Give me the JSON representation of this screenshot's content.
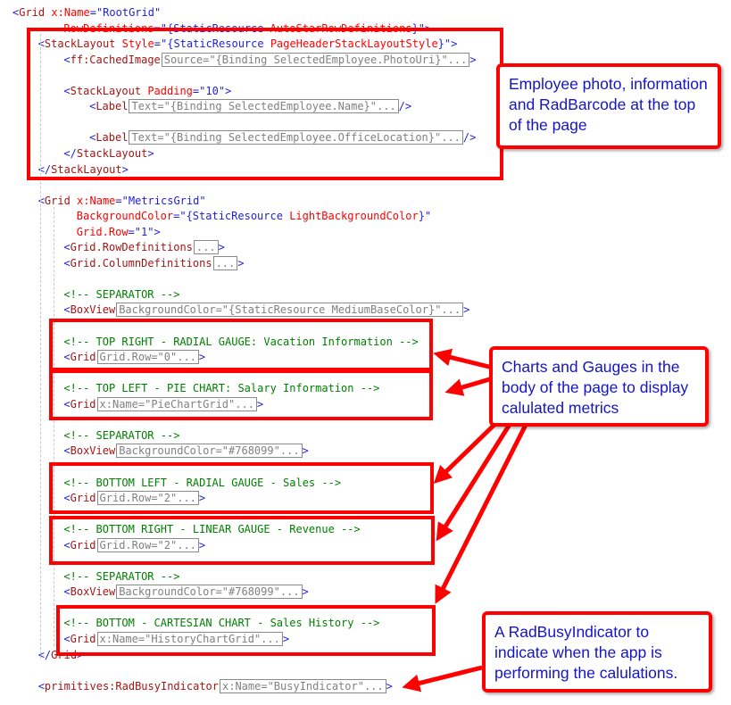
{
  "editor": {
    "lines": [
      {
        "indent": 0,
        "segs": [
          [
            "p",
            "<"
          ],
          [
            "e",
            "Grid"
          ],
          [
            "a",
            " x:Name"
          ],
          [
            "p",
            "="
          ],
          [
            "v",
            "\"RootGrid\""
          ]
        ]
      },
      {
        "indent": 2,
        "segs": [
          [
            "a",
            "RowDefinitions"
          ],
          [
            "p",
            "="
          ],
          [
            "v",
            "\"{StaticResource "
          ],
          [
            "a",
            "AutoStarRowDefinitions"
          ],
          [
            "v",
            "}\""
          ],
          [
            "p",
            ">"
          ]
        ]
      },
      {
        "indent": 1,
        "segs": [
          [
            "p",
            "<"
          ],
          [
            "e",
            "StackLayout"
          ],
          [
            "a",
            " Style"
          ],
          [
            "p",
            "="
          ],
          [
            "v",
            "\"{StaticResource "
          ],
          [
            "a",
            "PageHeaderStackLayoutStyle"
          ],
          [
            "v",
            "}\""
          ],
          [
            "p",
            ">"
          ]
        ]
      },
      {
        "indent": 2,
        "segs": [
          [
            "p",
            "<"
          ],
          [
            "e",
            "ff:CachedImage"
          ],
          [
            "f",
            "Source=\"{Binding SelectedEmployee.PhotoUri}\"..."
          ],
          [
            "p",
            ">"
          ]
        ]
      },
      {
        "indent": 0,
        "segs": []
      },
      {
        "indent": 2,
        "segs": [
          [
            "p",
            "<"
          ],
          [
            "e",
            "StackLayout"
          ],
          [
            "a",
            " Padding"
          ],
          [
            "p",
            "="
          ],
          [
            "v",
            "\"10\""
          ],
          [
            "p",
            ">"
          ]
        ]
      },
      {
        "indent": 3,
        "segs": [
          [
            "p",
            "<"
          ],
          [
            "e",
            "Label"
          ],
          [
            "f",
            "Text=\"{Binding SelectedEmployee.Name}\"..."
          ],
          [
            "p",
            "/>"
          ]
        ]
      },
      {
        "indent": 0,
        "segs": []
      },
      {
        "indent": 3,
        "segs": [
          [
            "p",
            "<"
          ],
          [
            "e",
            "Label"
          ],
          [
            "f",
            "Text=\"{Binding SelectedEmployee.OfficeLocation}\"..."
          ],
          [
            "p",
            "/>"
          ]
        ]
      },
      {
        "indent": 2,
        "segs": [
          [
            "p",
            "</"
          ],
          [
            "e",
            "StackLayout"
          ],
          [
            "p",
            ">"
          ]
        ]
      },
      {
        "indent": 1,
        "segs": [
          [
            "p",
            "</"
          ],
          [
            "e",
            "StackLayout"
          ],
          [
            "p",
            ">"
          ]
        ]
      },
      {
        "indent": 0,
        "segs": []
      },
      {
        "indent": 1,
        "segs": [
          [
            "p",
            "<"
          ],
          [
            "e",
            "Grid"
          ],
          [
            "a",
            " x:Name"
          ],
          [
            "p",
            "="
          ],
          [
            "v",
            "\"MetricsGrid\""
          ]
        ]
      },
      {
        "indent": 2.5,
        "segs": [
          [
            "a",
            "BackgroundColor"
          ],
          [
            "p",
            "="
          ],
          [
            "v",
            "\"{StaticResource "
          ],
          [
            "a",
            "LightBackgroundColor"
          ],
          [
            "v",
            "}\""
          ]
        ]
      },
      {
        "indent": 2.5,
        "segs": [
          [
            "a",
            "Grid.Row"
          ],
          [
            "p",
            "="
          ],
          [
            "v",
            "\"1\""
          ],
          [
            "p",
            ">"
          ]
        ]
      },
      {
        "indent": 2,
        "segs": [
          [
            "p",
            "<"
          ],
          [
            "e",
            "Grid.RowDefinitions"
          ],
          [
            "f",
            "..."
          ],
          [
            "p",
            ">"
          ]
        ]
      },
      {
        "indent": 2,
        "segs": [
          [
            "p",
            "<"
          ],
          [
            "e",
            "Grid.ColumnDefinitions"
          ],
          [
            "f",
            "..."
          ],
          [
            "p",
            ">"
          ]
        ]
      },
      {
        "indent": 0,
        "segs": []
      },
      {
        "indent": 2,
        "segs": [
          [
            "c",
            "<!-- SEPARATOR -->"
          ]
        ]
      },
      {
        "indent": 2,
        "segs": [
          [
            "p",
            "<"
          ],
          [
            "e",
            "BoxView"
          ],
          [
            "f",
            "BackgroundColor=\"{StaticResource MediumBaseColor}\"..."
          ],
          [
            "p",
            ">"
          ]
        ]
      },
      {
        "indent": 0,
        "segs": []
      },
      {
        "indent": 2,
        "segs": [
          [
            "c",
            "<!-- TOP RIGHT - RADIAL GAUGE: Vacation Information -->"
          ]
        ]
      },
      {
        "indent": 2,
        "segs": [
          [
            "p",
            "<"
          ],
          [
            "e",
            "Grid"
          ],
          [
            "f",
            "Grid.Row=\"0\"..."
          ],
          [
            "p",
            ">"
          ]
        ]
      },
      {
        "indent": 0,
        "segs": []
      },
      {
        "indent": 2,
        "segs": [
          [
            "c",
            "<!-- TOP LEFT - PIE CHART: Salary Information -->"
          ]
        ]
      },
      {
        "indent": 2,
        "segs": [
          [
            "p",
            "<"
          ],
          [
            "e",
            "Grid"
          ],
          [
            "f",
            "x:Name=\"PieChartGrid\"..."
          ],
          [
            "p",
            ">"
          ]
        ]
      },
      {
        "indent": 0,
        "segs": []
      },
      {
        "indent": 2,
        "segs": [
          [
            "c",
            "<!-- SEPARATOR -->"
          ]
        ]
      },
      {
        "indent": 2,
        "segs": [
          [
            "p",
            "<"
          ],
          [
            "e",
            "BoxView"
          ],
          [
            "f",
            "BackgroundColor=\"#768099\"..."
          ],
          [
            "p",
            ">"
          ]
        ]
      },
      {
        "indent": 0,
        "segs": []
      },
      {
        "indent": 2,
        "segs": [
          [
            "c",
            "<!-- BOTTOM LEFT - RADIAL GAUGE - Sales -->"
          ]
        ]
      },
      {
        "indent": 2,
        "segs": [
          [
            "p",
            "<"
          ],
          [
            "e",
            "Grid"
          ],
          [
            "f",
            "Grid.Row=\"2\"..."
          ],
          [
            "p",
            ">"
          ]
        ]
      },
      {
        "indent": 0,
        "segs": []
      },
      {
        "indent": 2,
        "segs": [
          [
            "c",
            "<!-- BOTTOM RIGHT - LINEAR GAUGE - Revenue -->"
          ]
        ]
      },
      {
        "indent": 2,
        "segs": [
          [
            "p",
            "<"
          ],
          [
            "e",
            "Grid"
          ],
          [
            "f",
            "Grid.Row=\"2\"..."
          ],
          [
            "p",
            ">"
          ]
        ]
      },
      {
        "indent": 0,
        "segs": []
      },
      {
        "indent": 2,
        "segs": [
          [
            "c",
            "<!-- SEPARATOR -->"
          ]
        ]
      },
      {
        "indent": 2,
        "segs": [
          [
            "p",
            "<"
          ],
          [
            "e",
            "BoxView"
          ],
          [
            "f",
            "BackgroundColor=\"#768099\"..."
          ],
          [
            "p",
            ">"
          ]
        ]
      },
      {
        "indent": 0,
        "segs": []
      },
      {
        "indent": 2,
        "segs": [
          [
            "c",
            "<!-- BOTTOM - CARTESIAN CHART - Sales History -->"
          ]
        ]
      },
      {
        "indent": 2,
        "segs": [
          [
            "p",
            "<"
          ],
          [
            "e",
            "Grid"
          ],
          [
            "f",
            "x:Name=\"HistoryChartGrid\"..."
          ],
          [
            "p",
            ">"
          ]
        ]
      },
      {
        "indent": 1,
        "segs": [
          [
            "p",
            "</"
          ],
          [
            "e",
            "Grid"
          ],
          [
            "p",
            ">"
          ]
        ]
      },
      {
        "indent": 0,
        "segs": []
      },
      {
        "indent": 1,
        "segs": [
          [
            "p",
            "<"
          ],
          [
            "e",
            "primitives:RadBusyIndicator"
          ],
          [
            "f",
            "x:Name=\"BusyIndicator\"..."
          ],
          [
            "p",
            ">"
          ]
        ]
      }
    ]
  },
  "callouts": {
    "header": "Employee photo, information and RadBarcode at the top of the page",
    "body": "Charts and Gauges in the body of the page to display calulated metrics",
    "busy": "A RadBusyIndicator to indicate when the app is performing the calulations."
  },
  "colors": {
    "highlight": "#ff0000",
    "callout_text": "#1414c8",
    "comment": "#008000",
    "attribute": "#ff0000",
    "element": "#a31515"
  }
}
